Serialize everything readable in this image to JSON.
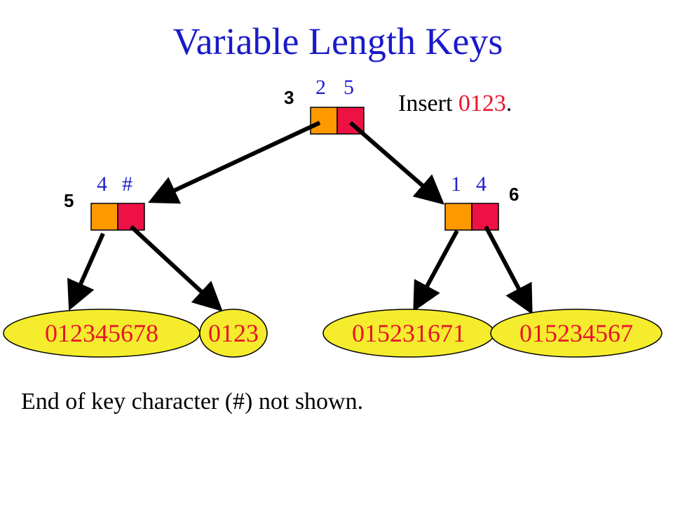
{
  "title": "Variable Length Keys",
  "colors": {
    "title": "#1a1ac8",
    "index_text": "#1f1fd0",
    "highlight": "#e8142a",
    "node_left_cell": "#ff9900",
    "node_right_cell": "#ee1144",
    "leaf_fill": "#f4ec2c",
    "arrow": "#000000"
  },
  "instruction": {
    "prefix": "Insert ",
    "key": "0123",
    "suffix": "."
  },
  "nodes": {
    "root": {
      "number": "3",
      "index_left": "2",
      "index_right": "5"
    },
    "left": {
      "number": "5",
      "index_left": "4",
      "index_right": "#"
    },
    "right": {
      "number": "6",
      "index_left": "1",
      "index_right": "4"
    }
  },
  "leaves": [
    "012345678",
    "0123",
    "015231671",
    "015234567"
  ],
  "footnote": "End of key character (#) not shown."
}
